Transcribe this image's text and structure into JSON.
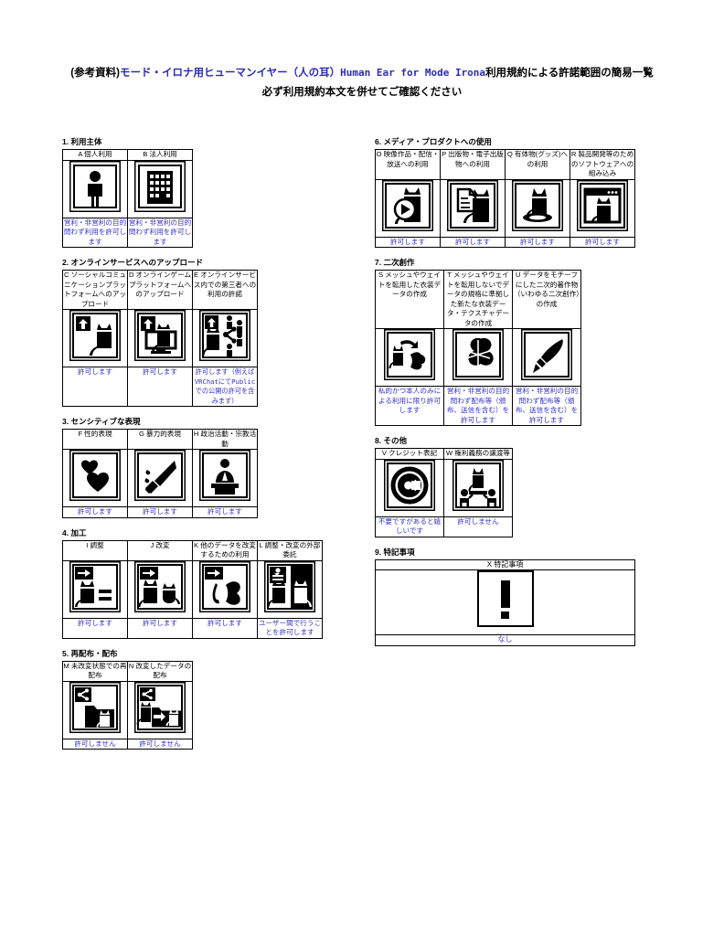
{
  "title": {
    "prefix": "(参考資料)",
    "ja_blue": "モード・イロナ用ヒューマンイヤー（人の耳）",
    "en": "Human Ear for Mode Irona",
    "suffix": "利用規約による許諾範囲の簡易一覧",
    "line2": "必ず利用規約本文を併せてご確認ください"
  },
  "accent_color": "#3232c8",
  "sections": [
    {
      "id": "sec1",
      "number": "1.",
      "title": "1. 利用主体",
      "columns": [
        {
          "key": "A",
          "header": "A 個人利用",
          "icon": "person-icon",
          "note": "営利・非営利の目的問わず利用を許可します"
        },
        {
          "key": "B",
          "header": "B 法人利用",
          "icon": "building-icon",
          "note": "営利・非営利の目的問わず利用を許可します"
        }
      ]
    },
    {
      "id": "sec2",
      "number": "2.",
      "title": "2. オンラインサービスへのアップロード",
      "columns": [
        {
          "key": "C",
          "header": "C ソーシャルコミュニケーションプラットフォームへのアップロード",
          "icon": "upload-cat-icon",
          "note": "許可します"
        },
        {
          "key": "D",
          "header": "D オンラインゲームプラットフォームへのアップロード",
          "icon": "upload-monitor-cat-icon",
          "note": "許可します"
        },
        {
          "key": "E",
          "header": "E オンラインサービス内での第三者への利用の許諾",
          "icon": "upload-share-people-icon",
          "note": "許可します（例えばVRChatにてPublicでの公開の許可を含みます）"
        }
      ]
    },
    {
      "id": "sec3",
      "number": "3.",
      "title": "3. センシティブな表現",
      "columns": [
        {
          "key": "F",
          "header": "F 性的表現",
          "icon": "hearts-icon",
          "note": "許可します"
        },
        {
          "key": "G",
          "header": "G 暴力的表現",
          "icon": "knife-icon",
          "note": "許可します"
        },
        {
          "key": "H",
          "header": "H 政治活動・宗教活動",
          "icon": "podium-speaker-icon",
          "note": "許可します"
        }
      ]
    },
    {
      "id": "sec4",
      "number": "4.",
      "title": "4. 加工",
      "columns": [
        {
          "key": "I",
          "header": "I 調整",
          "icon": "arrow-cat-equals-icon",
          "note": "許可します"
        },
        {
          "key": "J",
          "header": "J 改変",
          "icon": "arrow-two-cats-icon",
          "note": "許可します"
        },
        {
          "key": "K",
          "header": "K 他のデータを改変するための利用",
          "icon": "arrow-tail-cloth-icon",
          "note": "許可します"
        },
        {
          "key": "L",
          "header": "L 調整・改変の外部委託",
          "icon": "outsourcing-cats-icon",
          "note": "ユーザー間で行うことを許可します"
        }
      ]
    },
    {
      "id": "sec5",
      "number": "5.",
      "title": "5. 再配布・配布",
      "columns": [
        {
          "key": "M",
          "header": "M 未改変状態での再配布",
          "icon": "share-folder-cat-icon",
          "note": "許可しません"
        },
        {
          "key": "N",
          "header": "N 改変したデータの配布",
          "icon": "share-folder-modified-cat-icon",
          "note": "許可しません"
        }
      ]
    },
    {
      "id": "sec6",
      "number": "6.",
      "title": "6. メディア・プロダクトへの使用",
      "columns": [
        {
          "key": "O",
          "header": "O 映像作品・配信・放送への利用",
          "icon": "video-play-cat-icon",
          "note": "許可します"
        },
        {
          "key": "P",
          "header": "P 出版物・電子出版物への利用",
          "icon": "document-cat-icon",
          "note": "許可します"
        },
        {
          "key": "Q",
          "header": "Q 有体物(グッズ)への利用",
          "icon": "figurine-cat-icon",
          "note": "許可します"
        },
        {
          "key": "R",
          "header": "R 製品開発等のためのソフトウェアへの組み込み",
          "icon": "software-window-cat-icon",
          "note": "許可します"
        }
      ]
    },
    {
      "id": "sec7",
      "number": "7.",
      "title": "7. 二次創作",
      "columns": [
        {
          "key": "S",
          "header": "S メッシュやウェイトを転用した衣装データの作成",
          "icon": "cat-arrow-cloth-icon",
          "note": "私的かつ本人のみによる利用に限り許可します"
        },
        {
          "key": "T",
          "header": "T メッシュやウェイトを転用しないでデータの規格に準拠した新たな衣装データ・テクスチャデータの作成",
          "icon": "cloth-mesh-icon",
          "note": "営利・非営利の目的問わず配布等（頒布、送信を含む）を許可します"
        },
        {
          "key": "U",
          "header": "U データをモチーフにした二次的著作物（いわゆる二次創作）の作成",
          "icon": "paintbrush-icon",
          "note": "営利・非営利の目的問わず配布等（頒布、送信を含む）を許可します"
        }
      ]
    },
    {
      "id": "sec8",
      "number": "8.",
      "title": "8. その他",
      "columns": [
        {
          "key": "V",
          "header": "V クレジット表記",
          "icon": "copyright-icon",
          "note": "不要ですがあると嬉しいです"
        },
        {
          "key": "W",
          "header": "W 権利義務の譲渡等",
          "icon": "transfer-cat-people-icon",
          "note": "許可しません"
        }
      ]
    },
    {
      "id": "sec9",
      "number": "9.",
      "title": "9. 特記事項",
      "columns": [
        {
          "key": "X",
          "header": "X 特記事項",
          "icon": "exclamation-icon",
          "note": "なし"
        }
      ]
    }
  ]
}
